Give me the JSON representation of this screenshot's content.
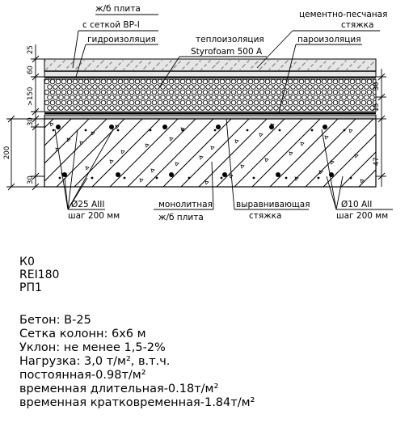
{
  "section": {
    "labels": {
      "slab_top_1": "ж/б плита",
      "slab_top_2": "с сеткой ВР-I",
      "waterproofing": "гидроизоляция",
      "insulation_1": "теплоизоляция",
      "insulation_2": "Styrofoam 500 A",
      "screed_top_1": "цементно-песчаная",
      "screed_top_2": "стяжка",
      "vapor_barrier": "пароизоляция",
      "rebar_main_1": "Ø25 AIII",
      "rebar_main_2": "шаг 200 мм",
      "monolithic_1": "монолитная",
      "monolithic_2": "ж/б плита",
      "leveling_1": "выравнивающая",
      "leveling_2": "стяжка",
      "rebar_dist_1": "Ø10 AII",
      "rebar_dist_2": "шаг 200 мм"
    },
    "dims_left": [
      "25",
      "60",
      ">150",
      "30",
      "200",
      "30"
    ],
    "dims_right": [
      "30",
      "15",
      "47"
    ]
  },
  "specs": {
    "fire": [
      "К0",
      "REI180",
      "РП1"
    ],
    "params": [
      "Бетон: В-25",
      "Сетка колонн: 6х6 м",
      "Уклон: не менее 1,5-2%",
      "Нагрузка: 3,0 т/м², в.т.ч.",
      "постоянная-0.98т/м²",
      "временная длительная-0.18т/м²",
      "временная кратковременная-1.84т/м²"
    ]
  }
}
